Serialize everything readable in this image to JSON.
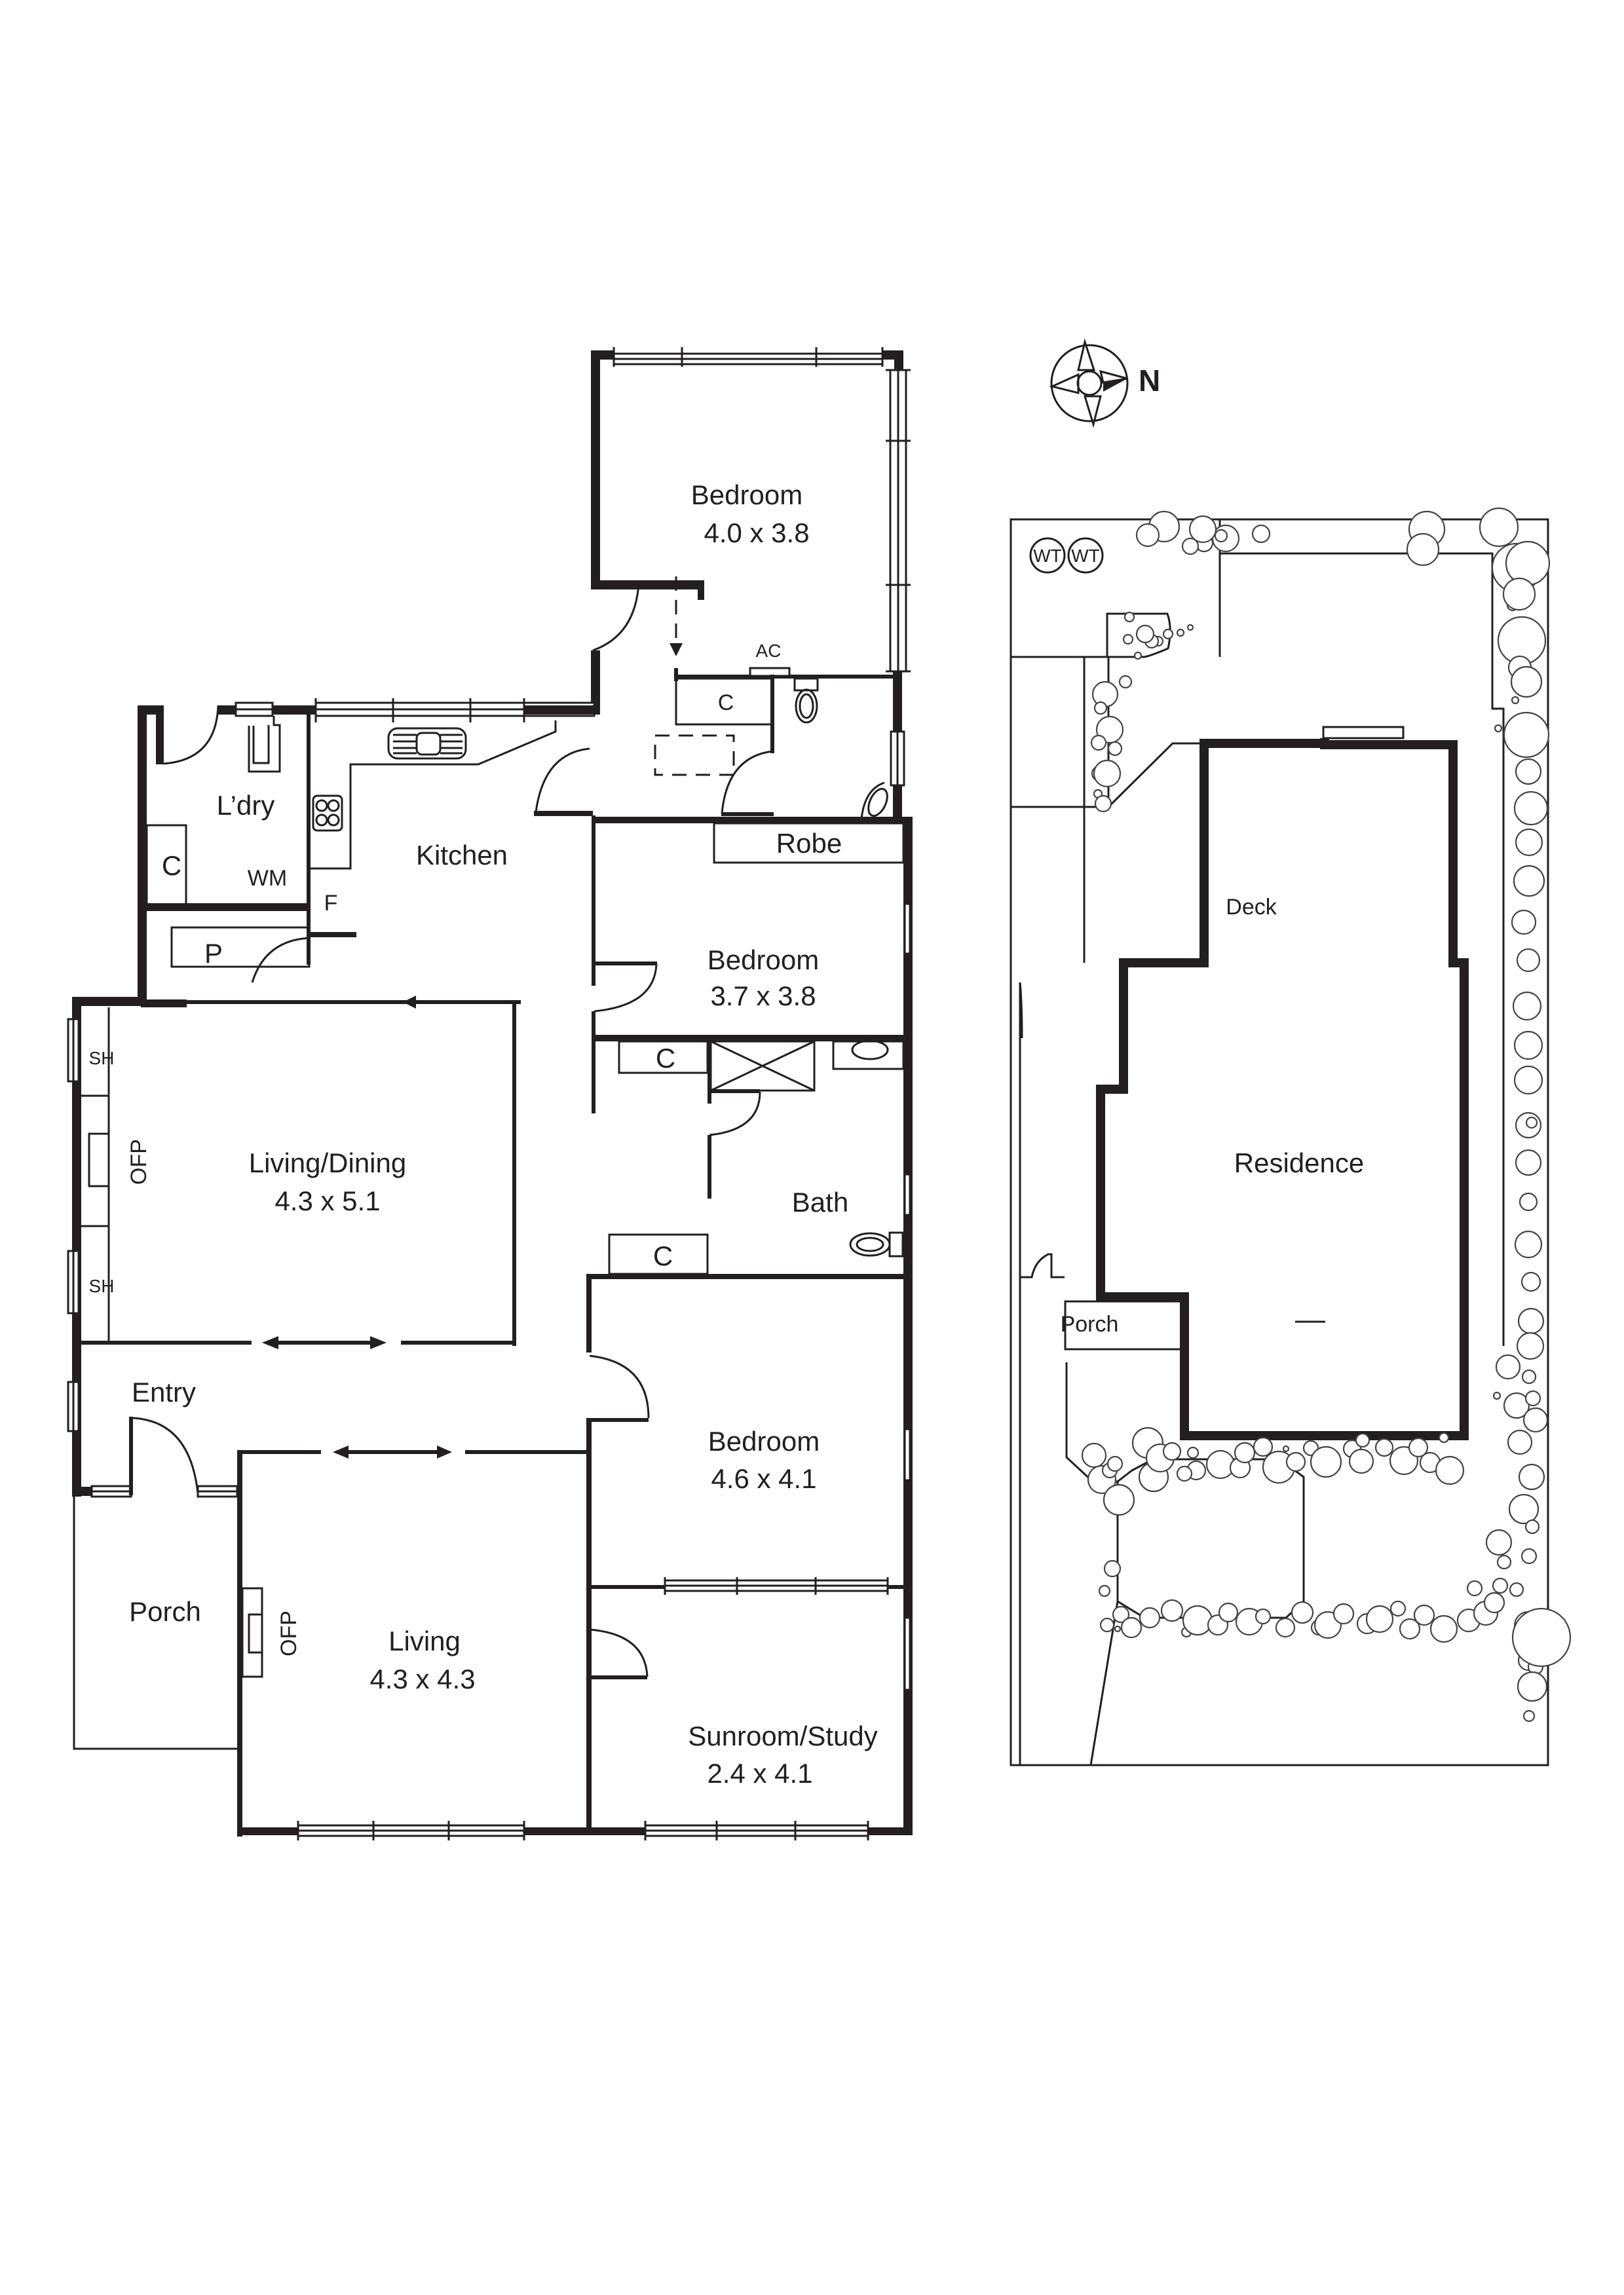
{
  "floorplan": {
    "rooms": [
      {
        "id": "bedroom-1",
        "name": "Bedroom",
        "dims": "4.0 x 3.8"
      },
      {
        "id": "bedroom-2",
        "name": "Bedroom",
        "dims": "3.7 x 3.8"
      },
      {
        "id": "bedroom-3",
        "name": "Bedroom",
        "dims": "4.6 x 4.1"
      },
      {
        "id": "living-dining",
        "name": "Living/Dining",
        "dims": "4.3 x 5.1"
      },
      {
        "id": "living",
        "name": "Living",
        "dims": "4.3 x 4.3"
      },
      {
        "id": "sunroom",
        "name": "Sunroom/Study",
        "dims": "2.4 x 4.1"
      },
      {
        "id": "kitchen",
        "name": "Kitchen"
      },
      {
        "id": "laundry",
        "name": "L’dry"
      },
      {
        "id": "entry",
        "name": "Entry"
      },
      {
        "id": "porch",
        "name": "Porch"
      },
      {
        "id": "bath",
        "name": "Bath"
      },
      {
        "id": "robe",
        "name": "Robe"
      }
    ],
    "fixtures": {
      "cupboard": "C",
      "pantry": "P",
      "fridge": "F",
      "washing_machine": "WM",
      "air_conditioner": "AC",
      "open_fireplace": "OFP",
      "shelving": "SH"
    }
  },
  "siteplan": {
    "compass_label": "N",
    "labels": {
      "residence": "Residence",
      "deck": "Deck",
      "porch": "Porch",
      "water_tank": "WT"
    }
  },
  "colors": {
    "line": "#231f20",
    "background": "#ffffff"
  }
}
